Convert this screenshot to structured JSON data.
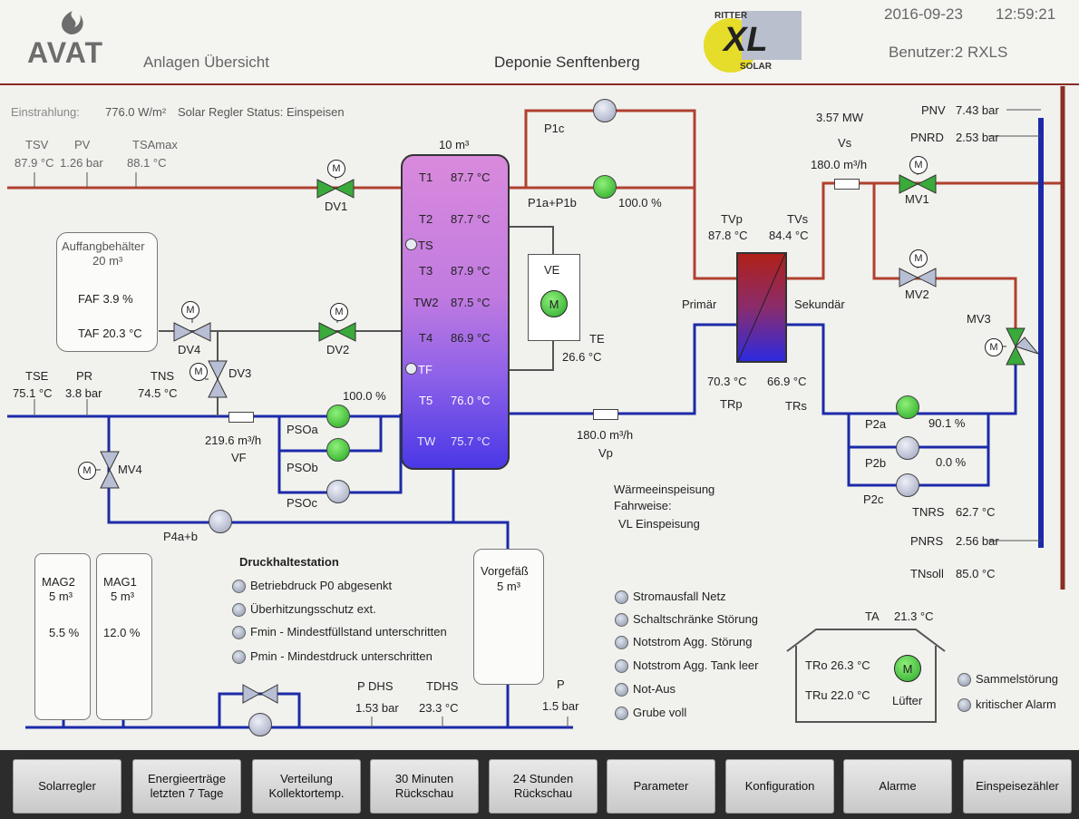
{
  "header": {
    "logo": "AVAT",
    "title": "Anlagen Übersicht",
    "site": "Deponie Senftenberg",
    "brand_top": "RITTER",
    "brand_main": "XL",
    "brand_sub": "SOLAR",
    "date": "2016-09-23",
    "time": "12:59:21",
    "user": "Benutzer:2  RXLS"
  },
  "status": {
    "einstrahlung_label": "Einstrahlung:",
    "einstrahlung_value": "776.0 W/m²",
    "regler_status": "Solar Regler Status:  Einspeisen"
  },
  "sensors": {
    "tsv": {
      "label": "TSV",
      "value": "87.9 °C"
    },
    "pv": {
      "label": "PV",
      "value": "1.26 bar"
    },
    "tsamax": {
      "label": "TSAmax",
      "value": "88.1 °C"
    },
    "tse": {
      "label": "TSE",
      "value": "75.1 °C"
    },
    "pr": {
      "label": "PR",
      "value": "3.8 bar"
    },
    "tns": {
      "label": "TNS",
      "value": "74.5 °C"
    },
    "vf": {
      "value": "219.6 m³/h",
      "label": "VF"
    },
    "vp": {
      "value": "180.0 m³/h",
      "label": "Vp"
    },
    "vs_power": "3.57 MW",
    "vs": {
      "label": "Vs",
      "value": "180.0 m³/h"
    },
    "tvp": {
      "label": "TVp",
      "value": "87.8 °C"
    },
    "tvs": {
      "label": "TVs",
      "value": "84.4 °C"
    },
    "trp": {
      "value": "70.3 °C",
      "label": "TRp"
    },
    "trs": {
      "value": "66.9 °C",
      "label": "TRs"
    },
    "primar": "Primär",
    "sekundar": "Sekundär",
    "pnv": {
      "label": "PNV",
      "value": "7.43 bar"
    },
    "pnrd": {
      "label": "PNRD",
      "value": "2.53 bar"
    },
    "tnrs": {
      "label": "TNRS",
      "value": "62.7 °C"
    },
    "pnrs": {
      "label": "PNRS",
      "value": "2.56 bar"
    },
    "tnsoll": {
      "label": "TNsoll",
      "value": "85.0 °C"
    },
    "te": {
      "label": "TE",
      "value": "26.6 °C"
    },
    "pdhs": {
      "label": "P DHS",
      "value": "1.53 bar"
    },
    "tdhs": {
      "label": "TDHS",
      "value": "23.3 °C"
    },
    "p": {
      "label": "P",
      "value": "1.5 bar"
    },
    "ta": {
      "label": "TA",
      "value": "21.3 °C"
    }
  },
  "tank": {
    "volume": "10 m³",
    "rows": [
      {
        "label": "T1",
        "value": "87.7 °C"
      },
      {
        "label": "T2",
        "value": "87.7 °C"
      },
      {
        "label": "T3",
        "value": "87.9 °C"
      },
      {
        "label": "TW2",
        "value": "87.5 °C"
      },
      {
        "label": "T4",
        "value": "86.9 °C"
      },
      {
        "label": "T5",
        "value": "76.0 °C"
      },
      {
        "label": "TW",
        "value": "75.7 °C"
      }
    ],
    "ts": "TS",
    "tf": "TF"
  },
  "auffang": {
    "title": "Auffangbehälter",
    "volume": "20 m³",
    "faf": "FAF  3.9 %",
    "taf": "TAF  20.3 °C"
  },
  "valves": {
    "dv1": "DV1",
    "dv2": "DV2",
    "dv3": "DV3",
    "dv4": "DV4",
    "mv1": "MV1",
    "mv2": "MV2",
    "mv3": "MV3",
    "mv4": "MV4",
    "m": "M"
  },
  "pumps": {
    "p1c": "P1c",
    "p1ab": "P1a+P1b",
    "p1ab_pct": "100.0 %",
    "psoa": "PSOa",
    "psob": "PSOb",
    "psoc": "PSOc",
    "pso_pct": "100.0 %",
    "p4ab": "P4a+b",
    "p2a": "P2a",
    "p2a_pct": "90.1 %",
    "p2b": "P2b",
    "p2b_pct": "0.0 %",
    "p2c": "P2c"
  },
  "ve": {
    "label": "VE",
    "m": "M"
  },
  "waerme": {
    "line1": "Wärmeeinspeisung",
    "line2": "Fahrweise:",
    "line3": "VL Einspeisung"
  },
  "druck": {
    "title": "Druckhaltestation",
    "items": [
      "Betriebdruck P0 abgesenkt",
      "Überhitzungsschutz ext.",
      "Fmin - Mindestfüllstand unterschritten",
      "Pmin - Mindestdruck unterschritten"
    ]
  },
  "mag": [
    {
      "name": "MAG2",
      "volume": "5 m³",
      "pct": "5.5 %"
    },
    {
      "name": "MAG1",
      "volume": "5 m³",
      "pct": "12.0 %"
    }
  ],
  "vorgefass": {
    "title": "Vorgefäß",
    "volume": "5 m³"
  },
  "alarms": [
    "Stromausfall Netz",
    "Schaltschränke Störung",
    "Notstrom Agg. Störung",
    "Notstrom Agg. Tank leer",
    "Not-Aus",
    "Grube voll"
  ],
  "house": {
    "tro": "TRo 26.3 °C",
    "tru": "TRu 22.0 °C",
    "lufter": "Lüfter",
    "m": "M"
  },
  "sammel": [
    "Sammelstörung",
    "kritischer Alarm"
  ],
  "nav": [
    {
      "l1": "Solarregler",
      "l2": ""
    },
    {
      "l1": "Energieerträge",
      "l2": "letzten 7 Tage"
    },
    {
      "l1": "Verteilung",
      "l2": "Kollektortemp."
    },
    {
      "l1": "30 Minuten",
      "l2": "Rückschau"
    },
    {
      "l1": "24 Stunden",
      "l2": "Rückschau"
    },
    {
      "l1": "Parameter",
      "l2": ""
    },
    {
      "l1": "Konfiguration",
      "l2": ""
    },
    {
      "l1": "Alarme",
      "l2": ""
    },
    {
      "l1": "Einspeisezähler",
      "l2": ""
    }
  ],
  "colors": {
    "hot": "#b0402e",
    "cold": "#1c2aa8",
    "gray": "#555555",
    "pump_on": "#2aa52a",
    "pump_off": "#9aa1bb"
  }
}
